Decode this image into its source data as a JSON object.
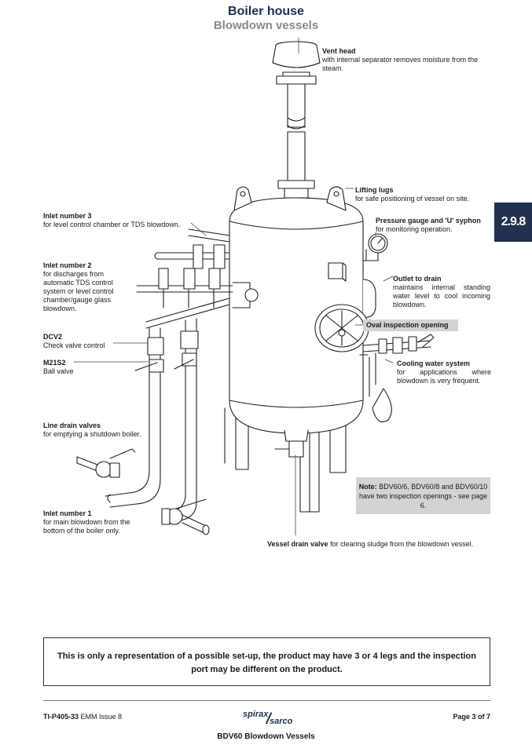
{
  "header": {
    "title": "Boiler house",
    "subtitle": "Blowdown vessels"
  },
  "section_tab": "2.9.8",
  "labels": {
    "vent_head": {
      "title": "Vent head",
      "text": "with internal separator removes moisture from the steam."
    },
    "lifting_lugs": {
      "title": "Lifting lugs",
      "text": "for safe positioning of vessel on site."
    },
    "inlet3": {
      "title": "Inlet number 3",
      "text": "for level control chamber or TDS blowdown."
    },
    "pressure_gauge": {
      "title": "Pressure gauge and 'U' syphon",
      "text": "for monitoring operation."
    },
    "inlet2": {
      "title": "Inlet number 2",
      "text": "for discharges from automatic TDS control system or level control chamber/gauge glass blowdown."
    },
    "outlet": {
      "title": "Outlet to drain",
      "text": "maintains internal standing water level to cool incoming blowdown."
    },
    "oval": {
      "title": "Oval inspection opening"
    },
    "dcv2": {
      "title": "DCV2",
      "text": "Check valve control"
    },
    "m21s2": {
      "title": "M21S2",
      "text": "Ball valve"
    },
    "cooling": {
      "title": "Cooling water system",
      "text": "for applications where blowdown is very frequent."
    },
    "line_drain": {
      "title": "Line drain valves",
      "text": "for emptying a shutdown boiler."
    },
    "inlet1": {
      "title": "Inlet number 1",
      "text": "for main blowdown from the bottom of the boiler only."
    },
    "vessel_drain": {
      "title": "Vessel drain valve",
      "text": "for clearing sludge from the blowdown vessel."
    }
  },
  "note": {
    "label": "Note:",
    "text": "BDV60/6, BDV60/8 and BDV60/10 have two inspection openings - see page 6."
  },
  "disclaimer": "This is only a representation of a possible set-up, the product may have 3 or 4 legs and the inspection port may be different on the product.",
  "footer": {
    "doc_ref": "TI-P405-33",
    "issue": "EMM Issue 8",
    "page": "Page 3 of 7",
    "title": "BDV60 Blowdown Vessels",
    "logo_top": "spirax",
    "logo_bottom": "sarco"
  }
}
